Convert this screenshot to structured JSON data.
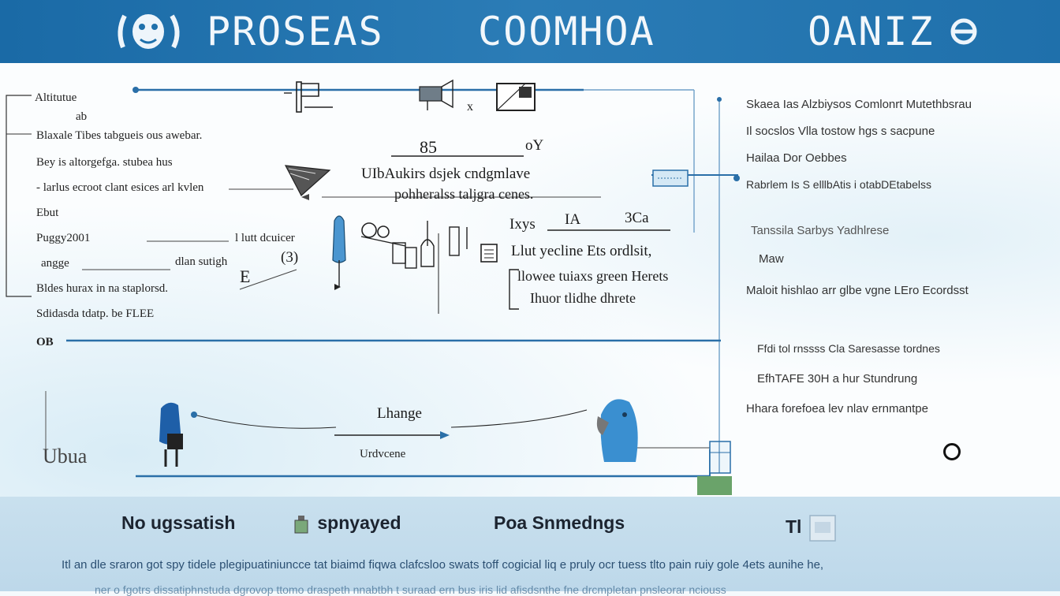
{
  "header": {
    "title_part1": "PROSEAS",
    "title_part2": "COOMHOA",
    "title_part3": "OANIZ"
  },
  "left_labels": [
    "Altitutue",
    "ab",
    "Blaxale Tibes tabgueis ous awebar.",
    "Bey is altorgefga. stubea hus",
    "- larlus ecroot clant esices arl kvlen",
    "Ebut",
    "Puggy2001",
    "angge",
    "Bldes hurax in na staplorsd.",
    "Sdidasda tdatp. be FLEE",
    "OB"
  ],
  "mid_labels": {
    "value_a": "85",
    "value_b": "oY",
    "note_a": "UIbAukirs dsjek cndgmlave",
    "note_b": "pohheralss taljgra cenes.",
    "arrow_a": "l lutt dcuicer",
    "arrow_b": "dlan sutigh",
    "tag_a": "(3)",
    "tag_b": "E",
    "key_a": "Ixys",
    "key_b": "IA",
    "key_c": "3Ca",
    "box_line1": "Llut yecline Ets ordlsit,",
    "box_line2": "llowee tuiaxs green Herets",
    "box_line3": "Ihuor tlidhe dhrete",
    "flow_top": "Lhange",
    "flow_bottom": "Urdvcene",
    "bottom_left": "Ubua"
  },
  "right_labels": [
    "Skaea Ias Alzbiysos Comlonrt Mutethbsrau",
    "Il socslos Vlla tostow hgs s sacpune",
    "Hailaa Dor Oebbes",
    "Rabrlem Is S elllbAtis i otabDEtabelss",
    "Tanssila Sarbys Yadhlrese",
    "Maw",
    "Maloit hishlao arr glbe vgne LEro Ecordsst",
    "Ffdi tol rnssss Cla Saresasse tordnes",
    "EfhTAFE 30H a hur Stundrung",
    "Hhara forefoea lev nlav ernmantpe"
  ],
  "footer": {
    "item1": "No ugssatish",
    "item2": "spnyayed",
    "item3": "Poa Snmedngs",
    "item4": "Tl",
    "line1": "Itl an dle sraron got spy tidele plegipuatiniuncce tat biaimd fiqwa clafcsloo swats toff cogicial liq e pruly ocr tuess tlto pain ruiy gole 4ets aunihe he,",
    "line2": "ner o fgotrs dissatiphnstuda dgrovop ttomo draspeth nnabtbh t suraad ern bus iris lid afisdsnthe fne drcmpletan pnsleorar nciouss"
  },
  "colors": {
    "header_bg": "#1f70ab",
    "accent_line": "#2a6fa8",
    "figure_blue": "#3a8fd0",
    "footer_bg": "#c9e0ee"
  },
  "icons": [
    "logo-face-icon",
    "flag-icon",
    "speaker-icon",
    "window-icon",
    "plane-icon",
    "person-icon",
    "gear-icon",
    "bottle-icon",
    "document-icon",
    "ring-icon",
    "mini-table-icon",
    "image-icon"
  ]
}
